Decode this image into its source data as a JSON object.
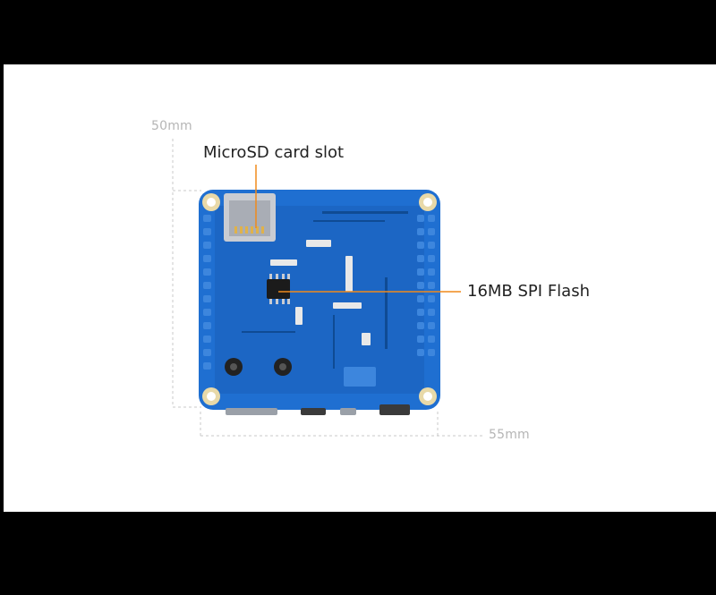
{
  "labels": {
    "height_dim": "50mm",
    "width_dim": "55mm",
    "microsd": "MicroSD card slot",
    "spi_flash": "16MB SPI Flash"
  },
  "colors": {
    "background": "#000000",
    "panel": "#ffffff",
    "pcb": "#1f6fd1",
    "pcb_dark": "#1658ad",
    "mounting_hole": "#e8d9a8",
    "callout_line": "#f08a1c",
    "dimension_line": "#c8c8c8"
  }
}
